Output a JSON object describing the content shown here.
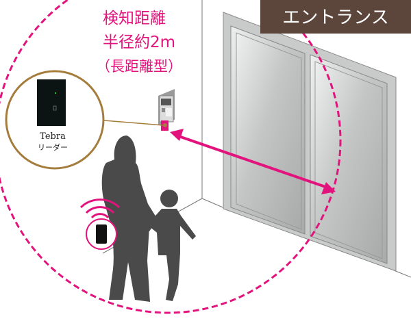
{
  "badge": {
    "label": "エントランス",
    "color": "#5c463c"
  },
  "range_label": {
    "line1": "検知距離",
    "line2": "半径約2m",
    "line3": "（長距離型）",
    "color": "#e2137c"
  },
  "reader_callout": {
    "line1": "Tebra",
    "line2": "リーダー",
    "ring_color": "#a47c3c"
  }
}
